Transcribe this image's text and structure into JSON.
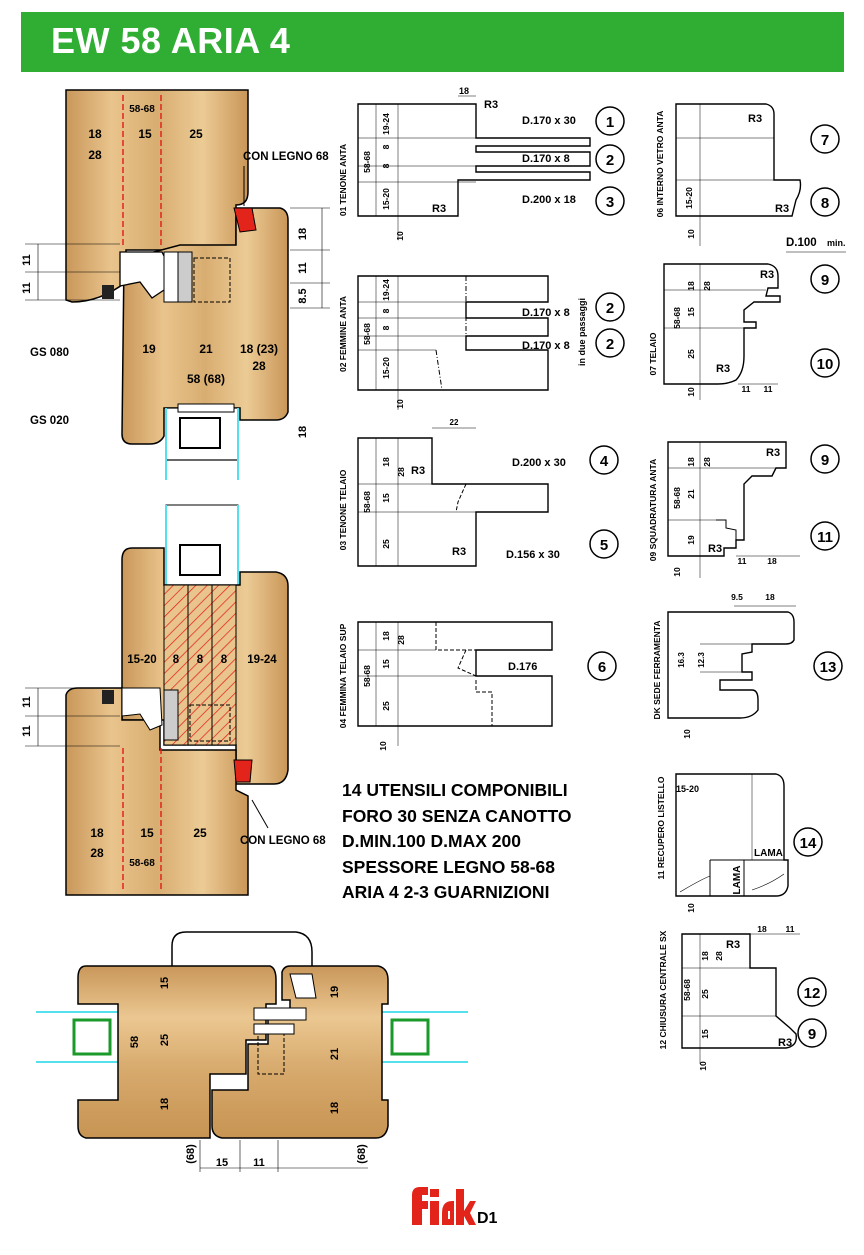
{
  "header": {
    "title": "EW 58 ARIA 4"
  },
  "section_top": {
    "top_dims": [
      "58-68",
      "18",
      "15",
      "25",
      "28"
    ],
    "mid_dims": [
      "19",
      "21",
      "18 (23)",
      "28",
      "58 (68)"
    ],
    "right_dims": [
      "18",
      "11",
      "8.5",
      "18"
    ],
    "left_dims": [
      "11",
      "11"
    ],
    "labels": {
      "con_legno": "CON LEGNO 68",
      "gs080": "GS 080",
      "gs020": "GS 020"
    }
  },
  "section_mid": {
    "top_dims": [
      "15-20",
      "8",
      "8",
      "8",
      "19-24"
    ],
    "bottom_dims": [
      "18",
      "15",
      "25",
      "28",
      "58-68"
    ],
    "left_dims": [
      "11",
      "11"
    ],
    "labels": {
      "con_legno": "CON LEGNO 68"
    }
  },
  "section_bottom": {
    "left_dims": [
      "15",
      "58",
      "25",
      "18"
    ],
    "right_dims": [
      "19",
      "21",
      "18"
    ],
    "bottom_dims": [
      "(68)",
      "15",
      "11",
      "(68)"
    ]
  },
  "notes": [
    "14 UTENSILI COMPONIBILI",
    "FORO 30 SENZA CANOTTO",
    "D.MIN.100   D.MAX 200",
    "SPESSORE LEGNO 58-68",
    "ARIA 4   2-3 GUARNIZIONI"
  ],
  "profiles": {
    "p01": {
      "title": "01 TENONE ANTA",
      "dims": [
        "18",
        "19-24",
        "8",
        "8",
        "15-20",
        "58-68",
        "10"
      ],
      "radii": [
        "R3",
        "R3"
      ],
      "tools": [
        "D.170 x 30",
        "D.170 x 8",
        "D.200 x 18"
      ],
      "numbers": [
        "1",
        "2",
        "3"
      ]
    },
    "p02": {
      "title": "02 FEMMINE ANTA",
      "dims": [
        "19-24",
        "8",
        "8",
        "15-20",
        "58-68",
        "10"
      ],
      "tools": [
        "D.170 x 8",
        "D.170 x 8"
      ],
      "numbers": [
        "2",
        "2"
      ],
      "note": "in due passaggi"
    },
    "p03": {
      "title": "03 TENONE TELAIO",
      "dims": [
        "22",
        "18",
        "28",
        "15",
        "25",
        "58-68"
      ],
      "radii": [
        "R3",
        "R3"
      ],
      "tools": [
        "D.200 x 30",
        "D.156 x 30"
      ],
      "numbers": [
        "4",
        "5"
      ]
    },
    "p04": {
      "title": "04 FEMMINA TELAIO SUP",
      "dims": [
        "18",
        "28",
        "15",
        "25",
        "58-68",
        "10"
      ],
      "tools": [
        "D.176"
      ],
      "numbers": [
        "6"
      ]
    },
    "p06": {
      "title": "06 INTERNO VETRO ANTA",
      "dims": [
        "15-20",
        "10"
      ],
      "radii": [
        "R3",
        "R3"
      ],
      "numbers": [
        "7",
        "8"
      ],
      "dmin": "D.100",
      "dmin_suffix": "min."
    },
    "p07": {
      "title": "07 TELAIO",
      "dims": [
        "18",
        "28",
        "15",
        "25",
        "58-68",
        "11",
        "11",
        "10"
      ],
      "radii": [
        "R3",
        "R3"
      ],
      "numbers": [
        "9",
        "10"
      ]
    },
    "p09": {
      "title": "09 SQUADRATURA ANTA",
      "dims": [
        "18",
        "28",
        "21",
        "19",
        "58-68",
        "11",
        "18",
        "10"
      ],
      "radii": [
        "R3",
        "R3"
      ],
      "numbers": [
        "9",
        "11"
      ]
    },
    "pdk": {
      "title": "DK SEDE FERRAMENTA",
      "dims": [
        "9.5",
        "18",
        "16.3",
        "12.3",
        "10"
      ],
      "numbers": [
        "13"
      ]
    },
    "p11": {
      "title": "11 RECUPERO LISTELLO",
      "dims": [
        "15-20",
        "10"
      ],
      "labels": [
        "LAMA",
        "LAMA"
      ],
      "numbers": [
        "14"
      ]
    },
    "p12": {
      "title": "12 CHIUSURA CENTRALE SX",
      "dims": [
        "18",
        "11",
        "18",
        "28",
        "25",
        "15",
        "58-68",
        "10"
      ],
      "radii": [
        "R3",
        "R3"
      ],
      "numbers": [
        "12",
        "9"
      ]
    }
  },
  "footer": {
    "logo_suffix": "D1"
  },
  "colors": {
    "banner": "#2fae33",
    "wood_light": "#e8c188",
    "wood_dark": "#b9874a",
    "red_line": "#e3241b",
    "glass": "#55e0ee"
  }
}
